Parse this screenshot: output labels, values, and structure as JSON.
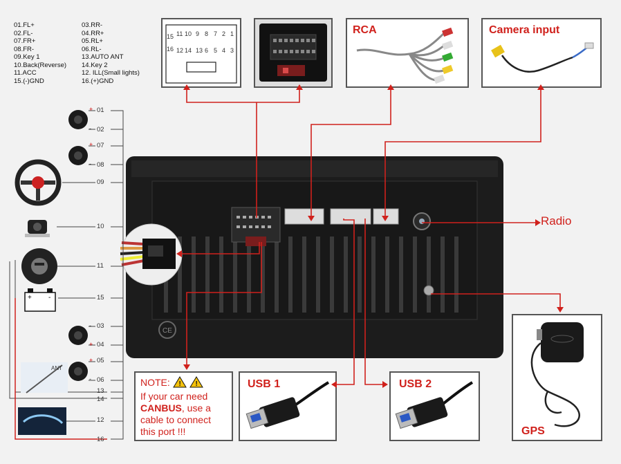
{
  "legend_left": [
    "01.FL+",
    "02.FL-",
    "07.FR+",
    "08.FR-",
    "09.Key 1",
    "10.Back(Reverse)",
    "11.ACC",
    "15.(-)GND"
  ],
  "legend_right": [
    "03.RR-",
    "04.RR+",
    "05.RL+",
    "06.RL-",
    "13.AUTO ANT",
    "14.Key 2",
    "12. ILL(Small lights)",
    "16.(+)GND"
  ],
  "connector_top_row": [
    "15",
    "11",
    "10",
    "9",
    "8",
    "7",
    "2",
    "1"
  ],
  "connector_bottom_row": [
    "16",
    "12",
    "14",
    "13",
    "6",
    "5",
    "4",
    "3"
  ],
  "labels": {
    "rca": "RCA",
    "camera": "Camera input",
    "radio": "Radio",
    "usb1": "USB 1",
    "usb2": "USB 2",
    "gps": "GPS",
    "ant": "ANT"
  },
  "note": {
    "prefix": "NOTE:",
    "line1": "If your car need",
    "canbus": "CANBUS",
    "line2_rest": ", use a",
    "line3": "cable to connect",
    "line4": "this port !!!"
  },
  "wire_numbers": [
    "01",
    "02",
    "07",
    "08",
    "09",
    "10",
    "11",
    "15",
    "03",
    "04",
    "05",
    "06",
    "13",
    "14",
    "12",
    "16"
  ],
  "speaker_polarity": [
    "+",
    "-",
    "+",
    "-",
    "-",
    "+",
    "+",
    "-"
  ],
  "battery": {
    "plus": "+",
    "minus": "-"
  },
  "colors": {
    "accent": "#d0211c",
    "frame": "#555555",
    "unit": "#1c1c1c"
  }
}
